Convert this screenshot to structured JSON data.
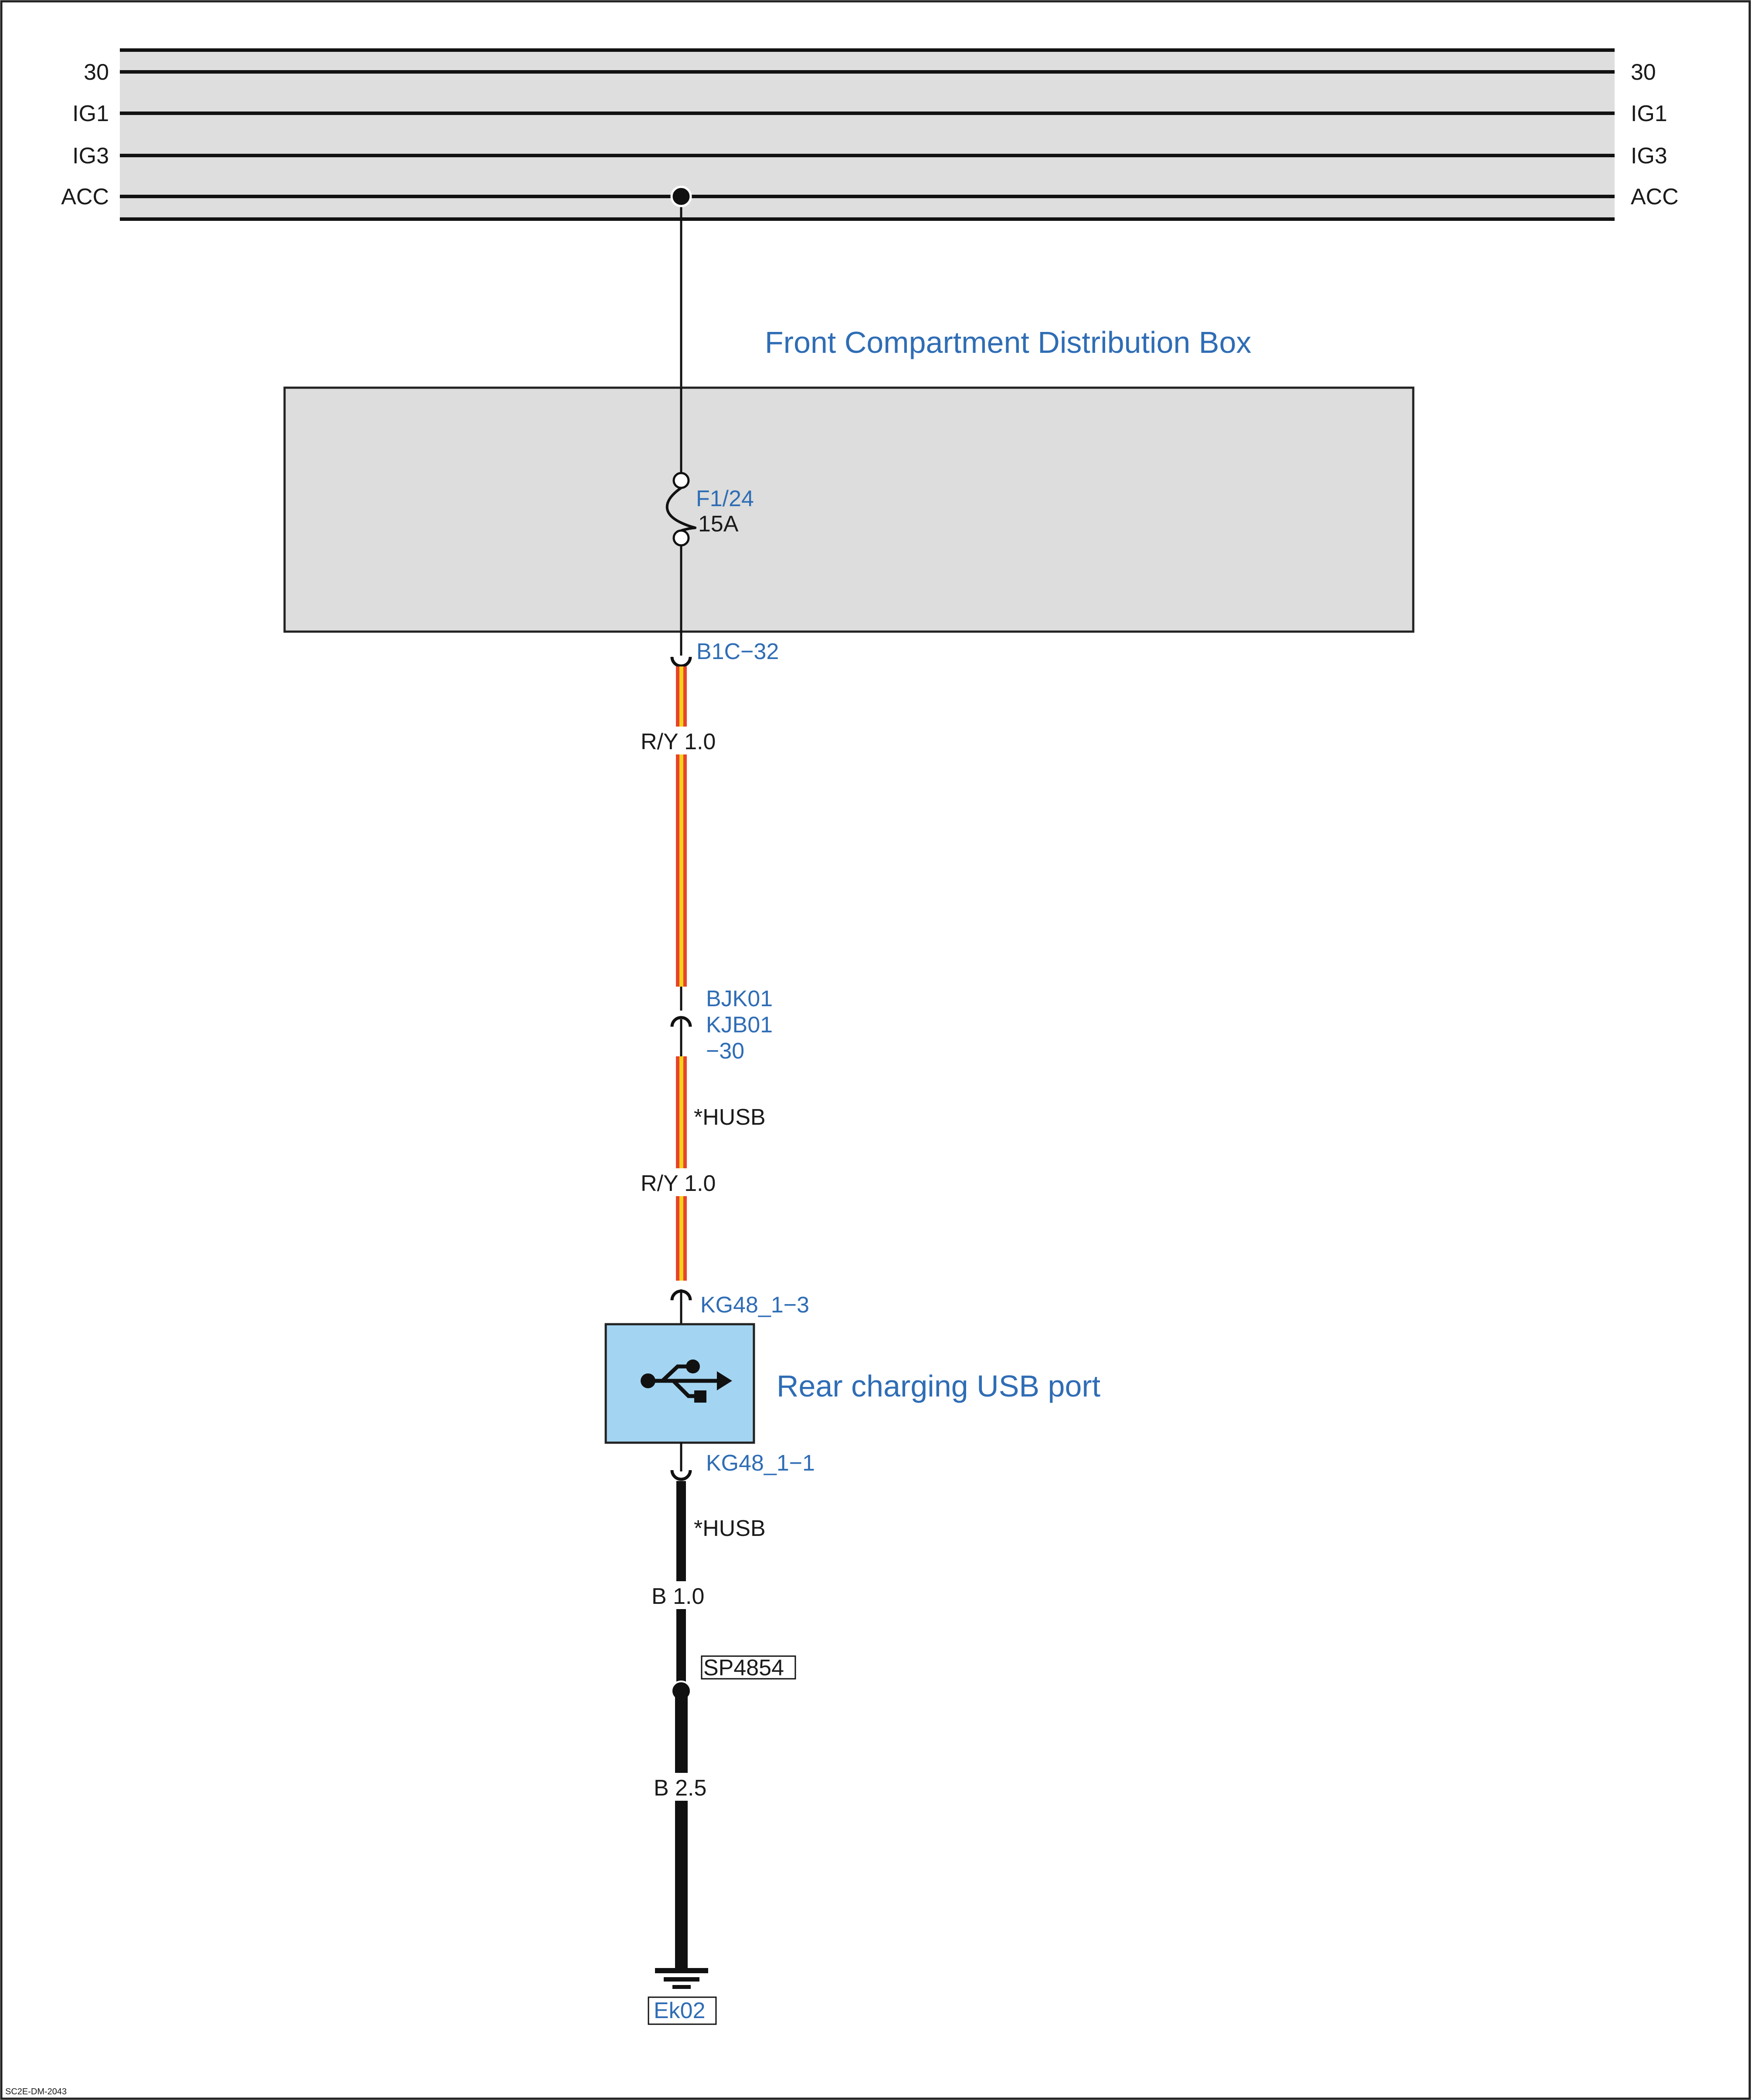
{
  "rails": {
    "left_labels": [
      "30",
      "IG1",
      "IG3",
      "ACC"
    ],
    "right_labels": [
      "30",
      "IG1",
      "IG3",
      "ACC"
    ]
  },
  "distribution_box": {
    "title": "Front Compartment Distribution Box",
    "fuse_id": "F1/24",
    "fuse_rating": "15A",
    "output_pin": "B1C−32"
  },
  "wires": {
    "wire1_label": "R/Y 1.0",
    "inline_connector_line1": "BJK01",
    "inline_connector_line2": "KJB01",
    "inline_connector_line3": "−30",
    "option_tag_1": "*HUSB",
    "wire2_label": "R/Y 1.0",
    "option_tag_2": "*HUSB",
    "wire3_label": "B 1.0",
    "splice": "SP4854",
    "wire4_label": "B 2.5",
    "ground": "Ek02"
  },
  "usb_port": {
    "name": "Rear charging USB port",
    "pin_in": "KG48_1−3",
    "pin_out": "KG48_1−1"
  },
  "footer": {
    "code": "SC2E-DM-2043"
  },
  "colors": {
    "rail_background": "#dddedd",
    "box_fill": "#dcdddc",
    "usb_fill": "#a3d5f2",
    "wire_red": "#e8432c",
    "wire_yellow": "#f3d21a",
    "wire_black": "#111111",
    "label_blue": "#2f6db5"
  }
}
